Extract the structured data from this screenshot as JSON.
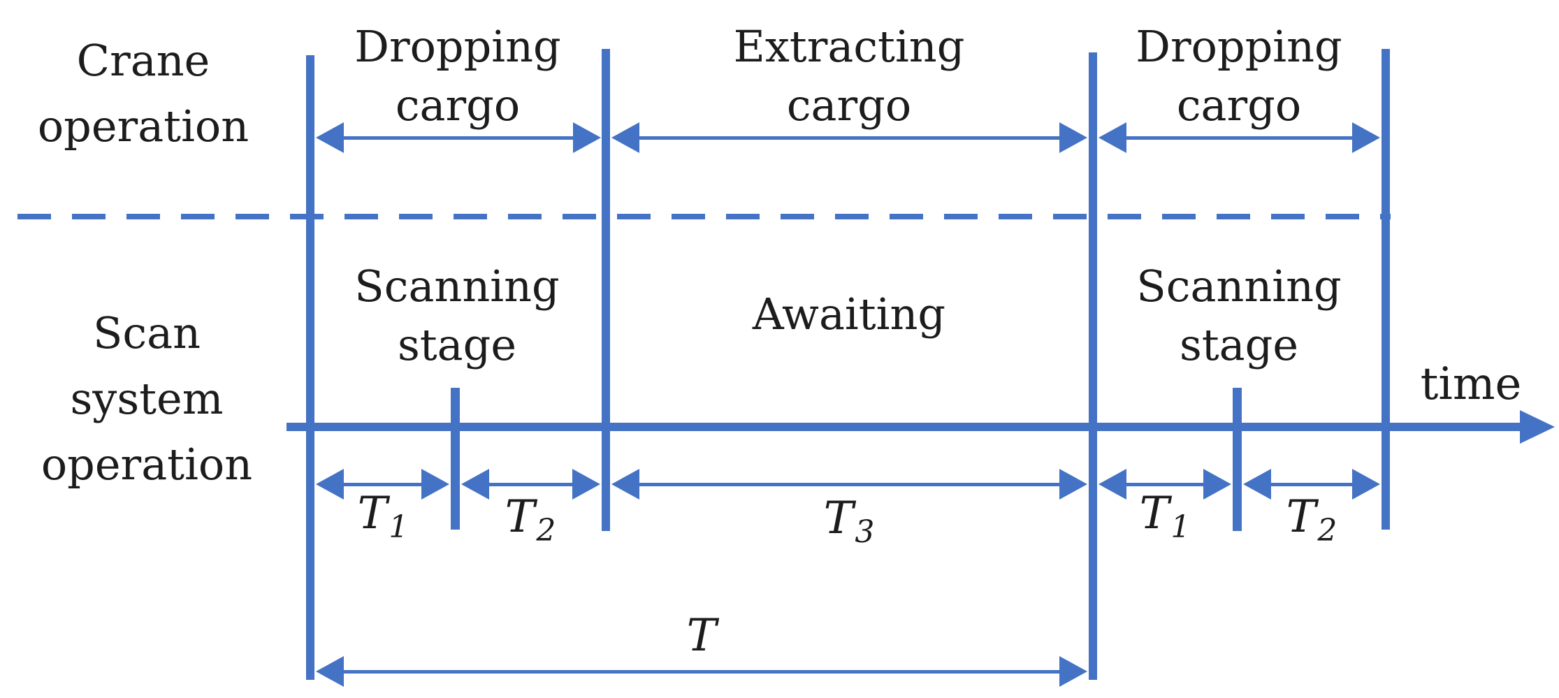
{
  "figure": {
    "row_labels": {
      "crane": [
        "Crane",
        "operation"
      ],
      "scan": [
        "Scan system",
        "operation"
      ]
    },
    "crane_phases": [
      {
        "line1": "Dropping",
        "line2": "cargo"
      },
      {
        "line1": "Extracting",
        "line2": "cargo"
      },
      {
        "line1": "Dropping",
        "line2": "cargo"
      }
    ],
    "scan_phases": [
      {
        "line1": "Scanning",
        "line2": "stage"
      },
      {
        "line1": "Awaiting"
      },
      {
        "line1": "Scanning",
        "line2": "stage"
      }
    ],
    "axis_label": "time",
    "interval_labels": [
      {
        "symbol": "T",
        "subscript": "1"
      },
      {
        "symbol": "T",
        "subscript": "2"
      },
      {
        "symbol": "T",
        "subscript": "3"
      },
      {
        "symbol": "T",
        "subscript": "1"
      },
      {
        "symbol": "T",
        "subscript": "2"
      }
    ],
    "cycle_label": {
      "symbol": "T"
    },
    "colors": {
      "line": "#4472C4",
      "text": "#1c1c1c",
      "background": "#ffffff"
    }
  }
}
